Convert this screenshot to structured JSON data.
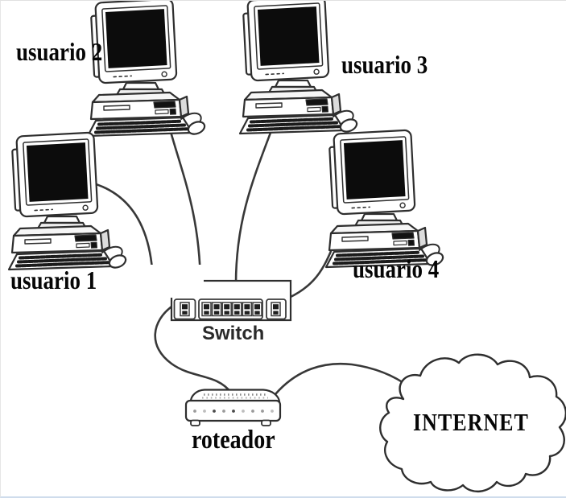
{
  "diagram": {
    "background": "#ffffff",
    "line_color": "#383838",
    "screen_color": "#0c0c0c",
    "nodes": {
      "usuario1": {
        "label": "usuario 1",
        "type": "computer"
      },
      "usuario2": {
        "label": "usuario 2",
        "type": "computer"
      },
      "usuario3": {
        "label": "usuario 3",
        "type": "computer"
      },
      "usuario4": {
        "label": "usuario 4",
        "type": "computer"
      },
      "switch": {
        "label": "Switch",
        "type": "switch"
      },
      "roteador": {
        "label": "roteador",
        "type": "router"
      },
      "internet": {
        "label": "INTERNET",
        "type": "cloud"
      }
    },
    "connections": [
      {
        "from": "usuario 1",
        "to": "Switch"
      },
      {
        "from": "usuario 2",
        "to": "Switch"
      },
      {
        "from": "usuario 3",
        "to": "Switch"
      },
      {
        "from": "usuario 4",
        "to": "Switch"
      },
      {
        "from": "Switch",
        "to": "roteador"
      },
      {
        "from": "roteador",
        "to": "INTERNET"
      }
    ]
  }
}
